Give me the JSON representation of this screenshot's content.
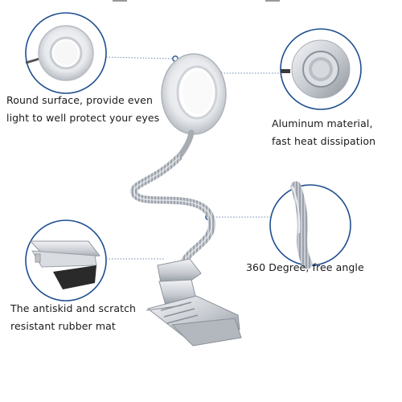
{
  "captions": {
    "round_surface": [
      "Round surface, provide even",
      "light to well protect your eyes"
    ],
    "aluminum": [
      "Aluminum material,",
      "fast heat dissipation"
    ],
    "angle": [
      "360 Degree, free angle"
    ],
    "mat": [
      "The antiskid and scratch",
      "resistant rubber mat"
    ]
  },
  "colors": {
    "callout_circle": "#1f4f8f",
    "leader_line": "#6f88b0",
    "metal_light": "#e9ebee",
    "metal_dark": "#9aa0a8",
    "rubber": "#2a2a2a"
  }
}
